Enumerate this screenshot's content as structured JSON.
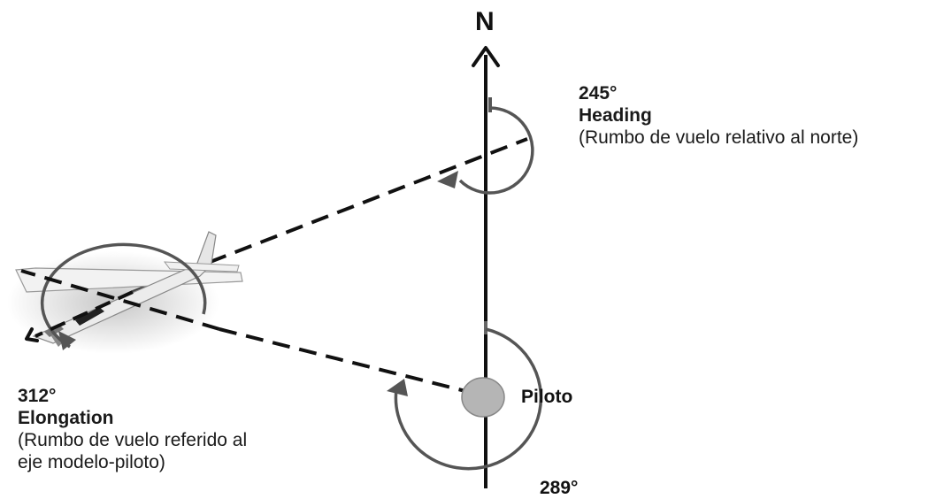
{
  "north": {
    "label": "N"
  },
  "heading": {
    "angle": "245°",
    "title": "Heading",
    "description": "(Rumbo de vuelo relativo al norte)"
  },
  "elongation": {
    "angle": "312°",
    "title": "Elongation",
    "description_line1": "(Rumbo de vuelo referido al",
    "description_line2": "eje modelo-piloto)"
  },
  "pilot": {
    "label": "Piloto",
    "angle": "289°"
  },
  "colors": {
    "line": "#111111",
    "arc": "#555555",
    "pilot_fill": "#b5b5b5",
    "airplane_body": "#f2f2f2"
  },
  "icons": {
    "pilot": "pilot-circle",
    "airplane": "model-airplane"
  }
}
